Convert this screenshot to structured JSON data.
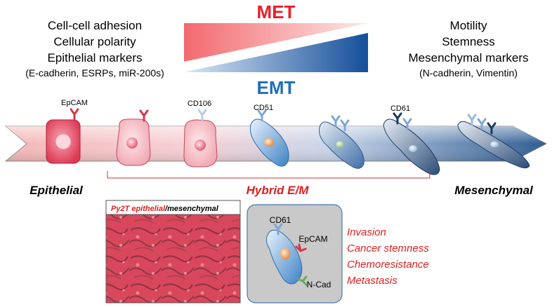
{
  "left_block": {
    "line1": "Cell-cell adhesion",
    "line2": "Cellular polarity",
    "line3": "Epithelial markers",
    "line4": "(E-cadherin, ESRPs, miR-200s)"
  },
  "right_block": {
    "line1": "Motility",
    "line2": "Stemness",
    "line3": "Mesenchymal markers",
    "line4": "(N-cadherin, Vimentin)"
  },
  "gradient": {
    "met_label": "MET",
    "emt_label": "EMT",
    "met_color": "#e8202a",
    "emt_color": "#1f6fb8"
  },
  "markers": {
    "epcam": "EpCAM",
    "cd106": "CD106",
    "cd51": "CD51",
    "cd61": "CD61"
  },
  "states": {
    "epithelial": "Epithelial",
    "hybrid": "Hybrid E/M",
    "mesenchymal": "Mesenchymal"
  },
  "micrograph": {
    "title_red": "Py2T epithelial",
    "title_black": "/mesenchymal"
  },
  "inset": {
    "cd61": "CD61",
    "epcam": "EpCAM",
    "ncad": "N-Cad"
  },
  "outcomes": [
    "Invasion",
    "Cancer stemness",
    "Chemoresistance",
    "Metastasis"
  ]
}
